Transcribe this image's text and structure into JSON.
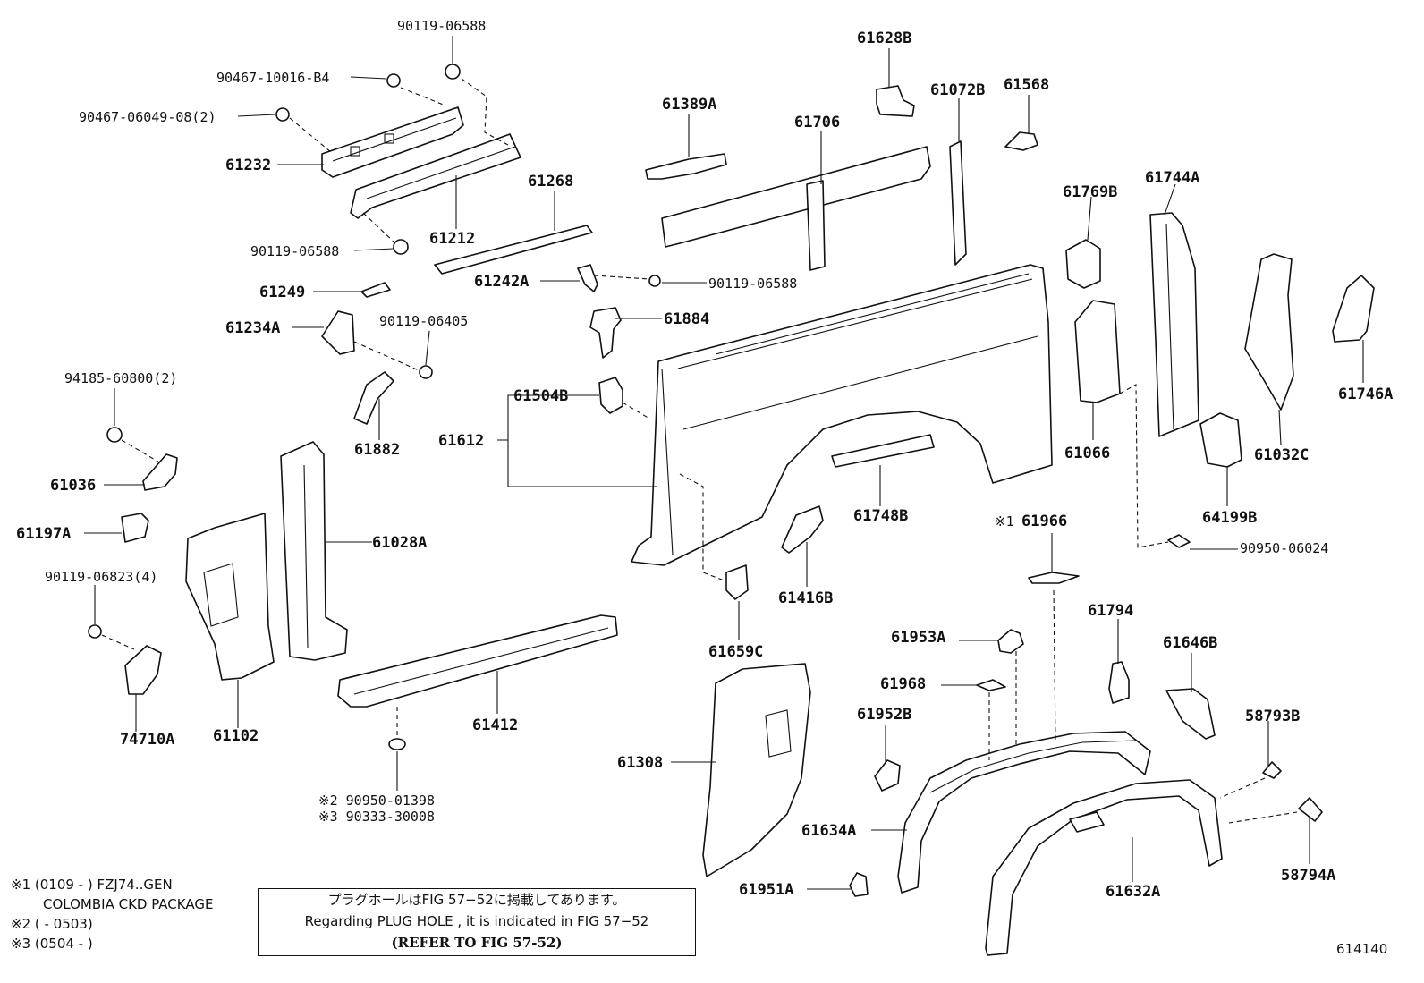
{
  "labels": {
    "p90119_06588_top": "90119-06588",
    "p90467_10016": "90467-10016-B4",
    "p90467_06049": "90467-06049-08(2)",
    "p61232": "61232",
    "p61212": "61212",
    "p90119_06588_mid": "90119-06588",
    "p61268": "61268",
    "p61389A": "61389A",
    "p61628B": "61628B",
    "p61706": "61706",
    "p61072B": "61072B",
    "p61568": "61568",
    "p61249": "61249",
    "p61242A": "61242A",
    "p90119_06588_r": "90119-06588",
    "p61769B": "61769B",
    "p61744A": "61744A",
    "p61234A": "61234A",
    "p90119_06405": "90119-06405",
    "p61884": "61884",
    "p94185": "94185-60800(2)",
    "p61504B": "61504B",
    "p61612": "61612",
    "p61882": "61882",
    "p61036": "61036",
    "p61197A": "61197A",
    "p61028A": "61028A",
    "p61066": "61066",
    "p61032C": "61032C",
    "p61746A": "61746A",
    "p61748B": "61748B",
    "p64199B": "64199B",
    "p61966": "61966",
    "p61966_mark": "※1",
    "p90950_06024": "90950-06024",
    "p90119_06823": "90119-06823(4)",
    "p61416B": "61416B",
    "p61794": "61794",
    "p61646B": "61646B",
    "p61953A": "61953A",
    "p61659C": "61659C",
    "p61968": "61968",
    "p58793B": "58793B",
    "p74710A": "74710A",
    "p61102": "61102",
    "p61412": "61412",
    "p61952B": "61952B",
    "p61308": "61308",
    "p90950_01398": "※2 90950-01398",
    "p90333_30008": "※3 90333-30008",
    "p61634A": "61634A",
    "p58794A": "58794A",
    "p61951A": "61951A",
    "p61632A": "61632A"
  },
  "notes": {
    "n1a": "※1 (0109 -        ) FZJ74..GEN",
    "n1b": "COLOMBIA CKD PACKAGE",
    "n2": "※2 (        - 0503)",
    "n3": "※3 (0504 -        )"
  },
  "notice": {
    "jp": "プラグホールはFIG 57−52に掲載してあります。",
    "en": "Regarding  PLUG  HOLE , it is indicated in FIG  57−52",
    "ref": "(REFER TO FIG 57-52)"
  },
  "figure_code": "614140"
}
